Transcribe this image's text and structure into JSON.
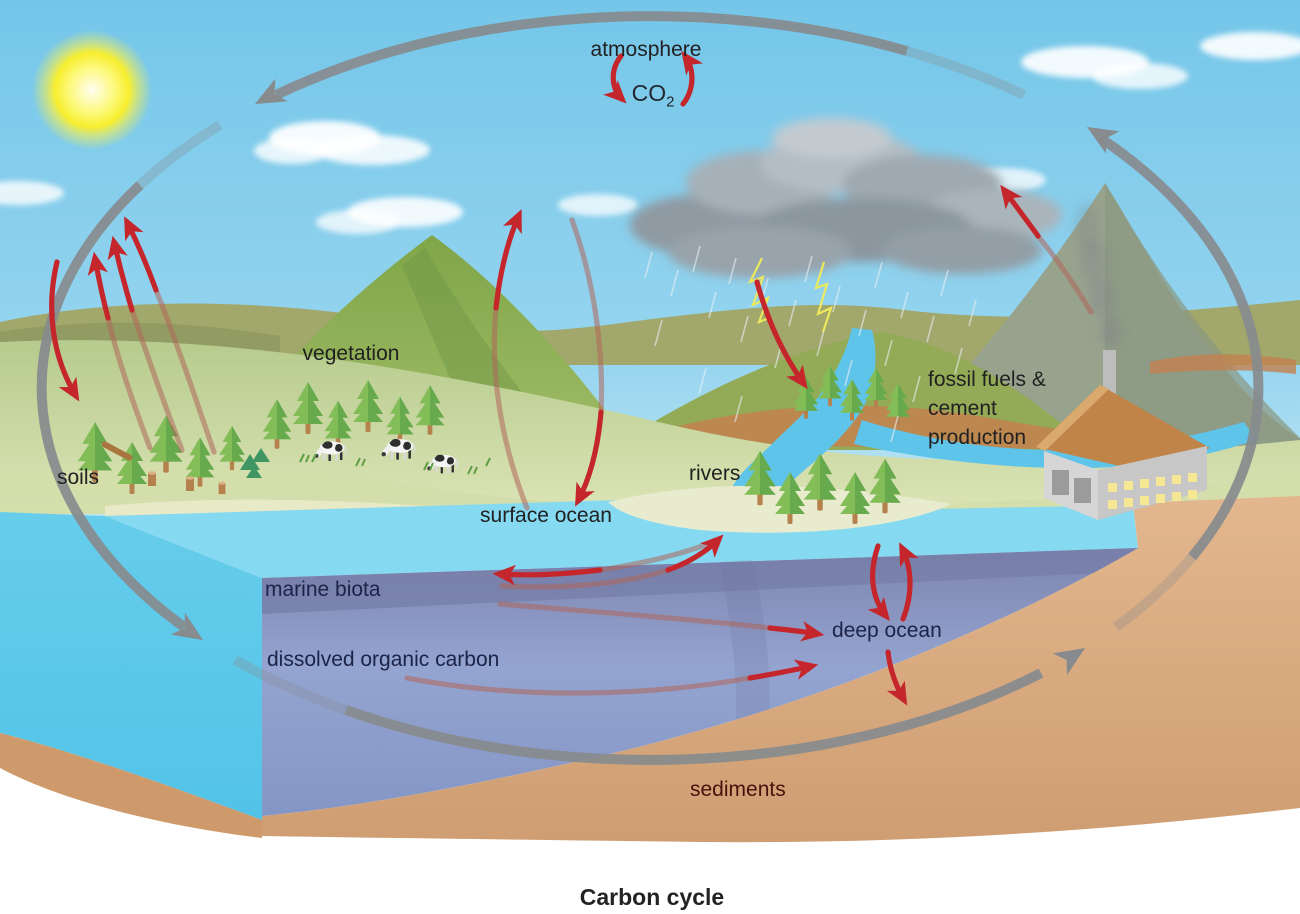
{
  "title": "Carbon cycle",
  "diagram": {
    "type": "carbon-cycle-illustration",
    "labels": {
      "atmosphere": "atmosphere",
      "co2_base": "CO",
      "co2_sub": "2",
      "vegetation": "vegetation",
      "soils": "soils",
      "rivers": "rivers",
      "fossil_line1": "fossil fuels &",
      "fossil_line2": "cement",
      "fossil_line3": "production",
      "surface_ocean": "surface ocean",
      "marine_biota": "marine biota",
      "dissolved_organic_carbon": "dissolved organic carbon",
      "deep_ocean": "deep ocean",
      "sediments": "sediments"
    },
    "nodes": [
      "atmosphere",
      "vegetation",
      "soils",
      "rivers",
      "fossil fuels & cement production",
      "surface ocean",
      "marine biota",
      "dissolved organic carbon",
      "deep ocean",
      "sediments"
    ],
    "flows": [
      {
        "from": "atmosphere",
        "to": "vegetation/soils",
        "arrow": "red-down"
      },
      {
        "from": "vegetation/soils",
        "to": "atmosphere",
        "arrow": "red-up-x3"
      },
      {
        "from": "atmosphere",
        "to": "surface ocean",
        "arrow": "red-down"
      },
      {
        "from": "surface ocean",
        "to": "atmosphere",
        "arrow": "red-up"
      },
      {
        "from": "atmosphere",
        "to": "rivers",
        "arrow": "red-down-rain"
      },
      {
        "from": "fossil fuels & cement production",
        "to": "atmosphere",
        "arrow": "red-up"
      },
      {
        "from": "surface ocean",
        "to": "marine biota",
        "arrow": "red-double"
      },
      {
        "from": "marine biota",
        "to": "deep ocean",
        "arrow": "red-right"
      },
      {
        "from": "dissolved organic carbon",
        "to": "deep ocean",
        "arrow": "red-right"
      },
      {
        "from": "surface ocean",
        "to": "deep ocean",
        "arrow": "red-double-vertical"
      },
      {
        "from": "deep ocean",
        "to": "sediments",
        "arrow": "red-down"
      },
      {
        "from": "whole system",
        "to": "whole system",
        "arrow": "gray-ellipse-counterclockwise"
      }
    ],
    "colors": {
      "sky": "#7cc9e9",
      "sun": "#f7ee2f",
      "hills_far": "#a2a76b",
      "mountain_green": "#86ab4b",
      "mountain_gray": "#98a38e",
      "field": "#c8d69e",
      "river": "#5fc4e9",
      "ocean_front": "#58c6e8",
      "ocean_surface": "#85d9f1",
      "ocean_interior_top": "#7d84ae",
      "ocean_interior": "#94a4d0",
      "sediment": "#ddb28b",
      "cycle_arrow": "#878b8e",
      "flux_arrow": "#c5262c",
      "storm_cloud": "#9fa9b1",
      "lightning": "#ece95e"
    }
  }
}
